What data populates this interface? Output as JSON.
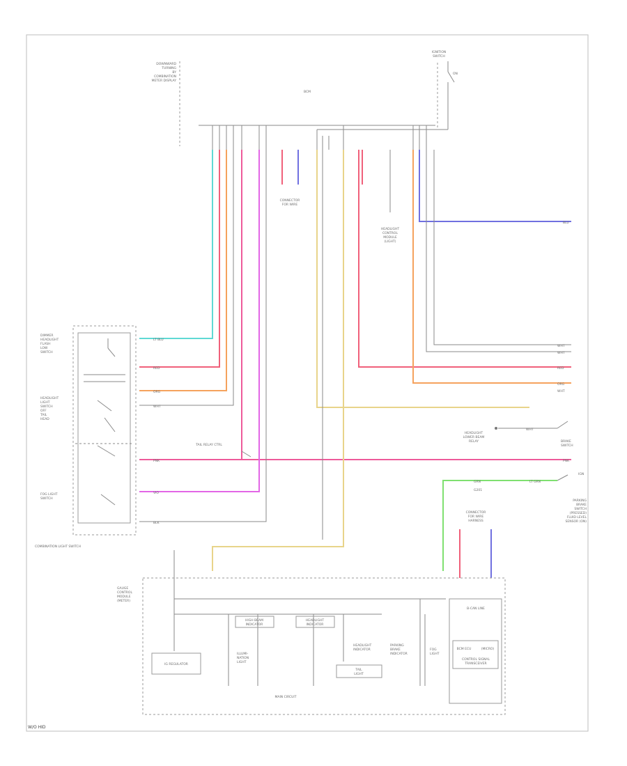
{
  "header": {
    "line_labels": [
      "DOWNWARD",
      "TURNING",
      "BY",
      "COMBINATION",
      "METER DISPLAY"
    ],
    "relay_label": "SWITCH",
    "sw_label": "IGNITION",
    "sw_label2": "SWITCH",
    "sw_on": "ON",
    "ecu_label": "BCM"
  },
  "mid_labels": {
    "connector_1": [
      "CONNECTOR",
      "FOR WIRE"
    ],
    "connector_2": [
      "HEADLIGHT",
      "CONTROL",
      "MODULE",
      "(LIGHT)"
    ],
    "tail_ctrl": "TAIL RELAY CTRL"
  },
  "switch_block": {
    "title": "COMBINATION LIGHT SWITCH",
    "top_group": [
      "DIMMER",
      "HEADLIGHT",
      "FLASH",
      "LOW",
      "SWITCH"
    ],
    "mid_group": [
      "HEADLIGHT",
      "LIGHT",
      "SWITCH",
      "OFF",
      "TAIL",
      "HEAD"
    ],
    "bottom_group": [
      "FOG LIGHT",
      "SWITCH"
    ]
  },
  "wire_labels": {
    "w1": "LT BLU",
    "w2": "RED",
    "w3": "ORG",
    "w4": "WHT",
    "w5": "PNK",
    "w6": "VIO",
    "w7": "BLK",
    "r1": "WHT",
    "r2": "RED",
    "r3": "ORG",
    "r4": "WHT",
    "r5": "GRN",
    "r6": "PNK",
    "r7": "LT GRN",
    "r8": "BLU",
    "r9": "GRN"
  },
  "right_labels": {
    "lower_beam": [
      "HEADLIGHT",
      "LOWER BEAM",
      "RELAY"
    ],
    "brake": [
      "BRAKE",
      "SWITCH"
    ],
    "parking": [
      "PARKING",
      "BRAKE",
      "SWITCH",
      "(PRESSED)",
      "FLUID LEVEL",
      "SENSOR (ON)"
    ],
    "gnd": "G201",
    "ign": "IGN"
  },
  "bottom": {
    "unit_label": [
      "GAUGE",
      "CONTROL",
      "MODULE",
      "(METER)"
    ],
    "connector": [
      "CONNECTOR",
      "FOR WIRE",
      "HARNESS"
    ],
    "pwr": "IG REGULATOR",
    "illum": [
      "ILLUMI-",
      "NATION",
      "LIGHT"
    ],
    "indicator_1": [
      "HIGH BEAM",
      "INDICATOR"
    ],
    "indicator_2": [
      "HEADLIGHT",
      "INDICATOR"
    ],
    "sub_1": [
      "HEADLIGHT",
      "INDICATOR"
    ],
    "sub_2": [
      "PARKING",
      "BRAKE",
      "INDICATOR"
    ],
    "sub_3": [
      "FOG",
      "LIGHT"
    ],
    "dash": [
      "TAIL",
      "LIGHT"
    ],
    "main_circuit": "MAIN CIRCUIT",
    "right_box": "B-CAN LINE",
    "right_sub": [
      "BCM ECU",
      "(MICRO)",
      "CONTROL SIGNAL"
    ],
    "right_sub_cap": "TRANSCEIVER"
  },
  "footer": {
    "label": "W/O HID"
  },
  "colors": {
    "light_blue": "#5fd9d4",
    "red": "#f0607a",
    "orange": "#f5a25d",
    "yellow": "#e8d48a",
    "pink": "#ee5a9a",
    "violet": "#e266e6",
    "blue": "#7070e0",
    "green": "#7fe070",
    "gray": "#8a8a8a"
  }
}
